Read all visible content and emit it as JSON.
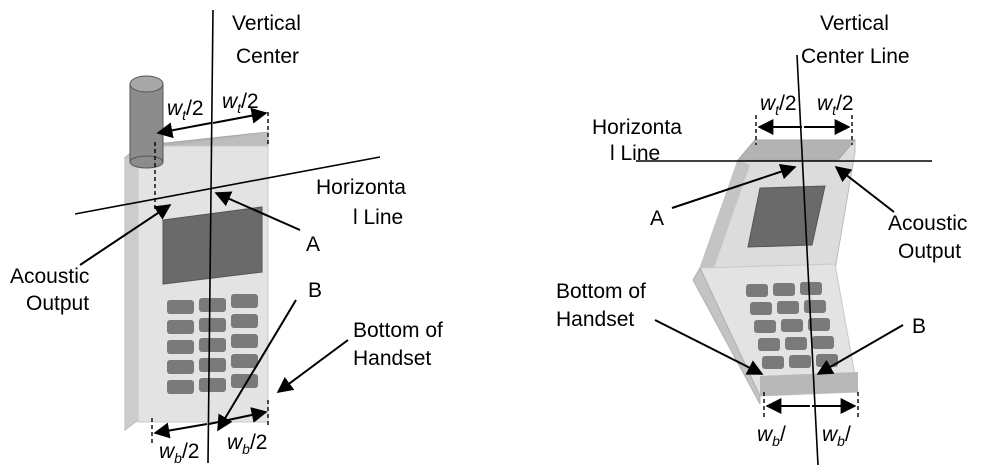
{
  "colors": {
    "body_light": "#dcdcdc",
    "body_face": "#e3e3e3",
    "body_shade": "#c4c4c4",
    "top_face": "#b3b3b3",
    "screen": "#6a6a6a",
    "key": "#7a7a7a",
    "antenna": "#8c8c8c",
    "line": "#000000"
  },
  "left_figure": {
    "vertical_label_1": "Vertical",
    "vertical_label_2": "Center",
    "horizontal_label_1": "Horizonta",
    "horizontal_label_2": "l Line",
    "point_a": "A",
    "point_b": "B",
    "acoustic_1": "Acoustic",
    "acoustic_2": "Output",
    "bottom_1": "Bottom of",
    "bottom_2": "Handset",
    "top_dim_left": "w",
    "top_dim_left_sub": "t",
    "top_dim_left_rest": "/2",
    "top_dim_right": "w",
    "top_dim_right_sub": "t",
    "top_dim_right_rest": "/2",
    "bottom_dim_left": "w",
    "bottom_dim_left_sub": "b",
    "bottom_dim_left_rest": "/2",
    "bottom_dim_right": "w",
    "bottom_dim_right_sub": "b",
    "bottom_dim_right_rest": "/2"
  },
  "right_figure": {
    "vertical_label_1": "Vertical",
    "vertical_label_2": "Center Line",
    "horizontal_label_1": "Horizonta",
    "horizontal_label_2": "l Line",
    "point_a": "A",
    "point_b": "B",
    "acoustic_1": "Acoustic",
    "acoustic_2": "Output",
    "bottom_1": "Bottom of",
    "bottom_2": "Handset",
    "top_dim_left": "w",
    "top_dim_left_sub": "t",
    "top_dim_left_rest": "/2",
    "top_dim_right": "w",
    "top_dim_right_sub": "t",
    "top_dim_right_rest": "/2",
    "bottom_dim_left": "w",
    "bottom_dim_left_sub": "b",
    "bottom_dim_left_rest": "/",
    "bottom_dim_right": "w",
    "bottom_dim_right_sub": "b",
    "bottom_dim_right_rest": "/"
  }
}
